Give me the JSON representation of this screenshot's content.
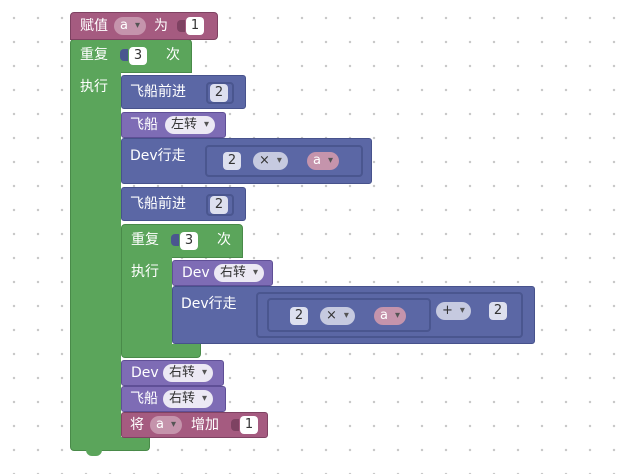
{
  "blocks": {
    "assign": {
      "keyword": "赋值",
      "variable": "a",
      "to": "为",
      "value": "1"
    },
    "outer_repeat": {
      "keyword": "重复",
      "count": "3",
      "unit": "次",
      "do": "执行"
    },
    "ship_forward_1": {
      "label": "飞船前进",
      "value": "2"
    },
    "ship_turn_left": {
      "label": "飞船",
      "direction": "左转"
    },
    "dev_move_1": {
      "label": "Dev行走",
      "num": "2",
      "op": "×",
      "variable": "a"
    },
    "ship_forward_2": {
      "label": "飞船前进",
      "value": "2"
    },
    "inner_repeat": {
      "keyword": "重复",
      "count": "3",
      "unit": "次",
      "do": "执行"
    },
    "dev_turn_inner": {
      "label": "Dev",
      "direction": "右转"
    },
    "dev_move_2": {
      "label": "Dev行走",
      "num": "2",
      "op": "×",
      "variable": "a",
      "op2": "+",
      "num2": "2"
    },
    "dev_turn_outer": {
      "label": "Dev",
      "direction": "右转"
    },
    "ship_turn_right": {
      "label": "飞船",
      "direction": "右转"
    },
    "increment": {
      "keyword": "将",
      "variable": "a",
      "action": "增加",
      "value": "1"
    }
  },
  "colors": {
    "variables": "#a55b80",
    "loops": "#5ba55b",
    "turns": "#7e6cb5",
    "movement": "#5b67a5"
  }
}
